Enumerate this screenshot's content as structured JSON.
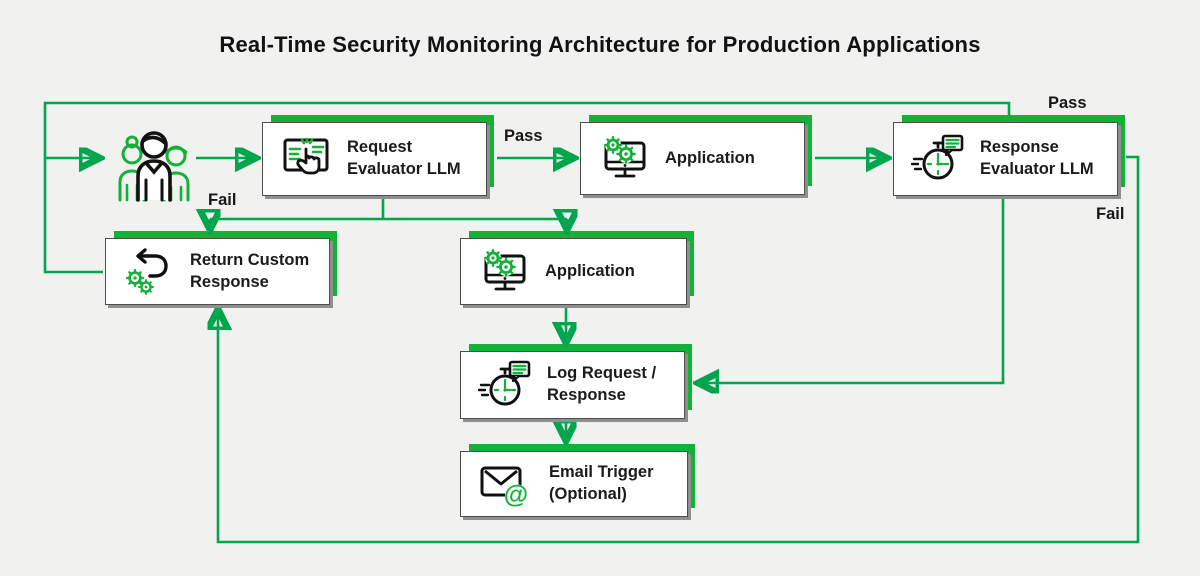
{
  "title": "Real-Time Security Monitoring Architecture for Production Applications",
  "colors": {
    "green": "#12b137",
    "line": "#00a54e",
    "bg": "#f1f1ef",
    "ink": "#1b1b1b"
  },
  "nodes": {
    "users": {
      "icon": "users-icon"
    },
    "request_evaluator": {
      "label": "Request Evaluator LLM",
      "icon": "click-screen-icon"
    },
    "application_top": {
      "label": "Application",
      "icon": "app-monitor-gears-icon"
    },
    "response_evaluator": {
      "label": "Response Evaluator LLM",
      "icon": "stopwatch-report-icon"
    },
    "return_custom": {
      "label": "Return Custom Response",
      "icon": "return-arrow-gears-icon"
    },
    "application_mid": {
      "label": "Application",
      "icon": "app-monitor-gears-icon"
    },
    "log_request": {
      "label": "Log Request / Response",
      "icon": "stopwatch-report-icon"
    },
    "email_trigger": {
      "label": "Email Trigger (Optional)",
      "icon": "email-at-icon"
    }
  },
  "edge_labels": {
    "pass_request_to_app": "Pass",
    "pass_response_to_users": "Pass",
    "fail_request": "Fail",
    "fail_response": "Fail"
  }
}
